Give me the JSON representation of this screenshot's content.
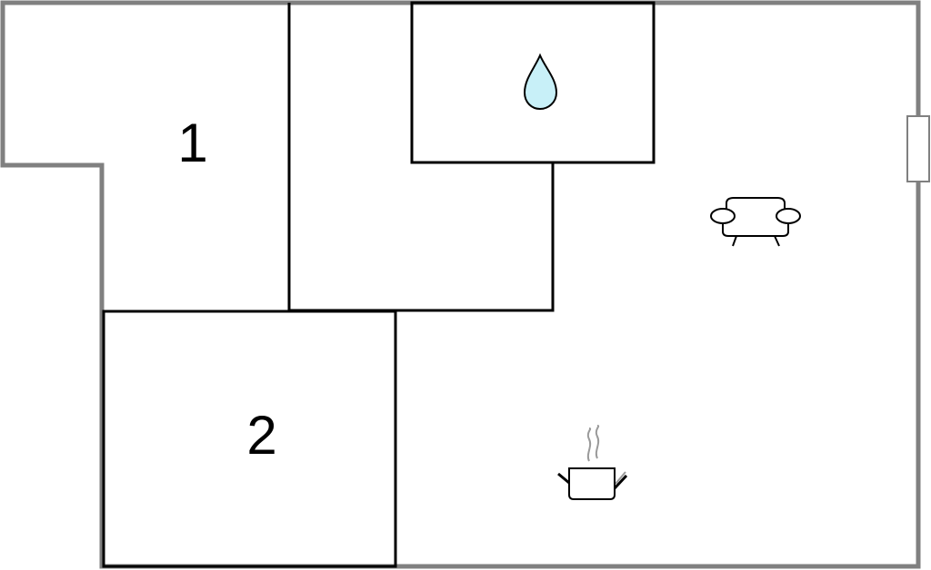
{
  "floorplan": {
    "rooms": [
      {
        "id": "bedroom-1",
        "label": "1"
      },
      {
        "id": "bedroom-2",
        "label": "2"
      }
    ],
    "icons": {
      "bathroom": "water-drop-icon",
      "living": "sofa-icon",
      "kitchen": "cooking-pot-icon"
    }
  },
  "colors": {
    "outer_wall": "#808080",
    "inner_wall": "#000000",
    "water_fill": "#c8f0f8",
    "steam": "#9a9a9a"
  }
}
